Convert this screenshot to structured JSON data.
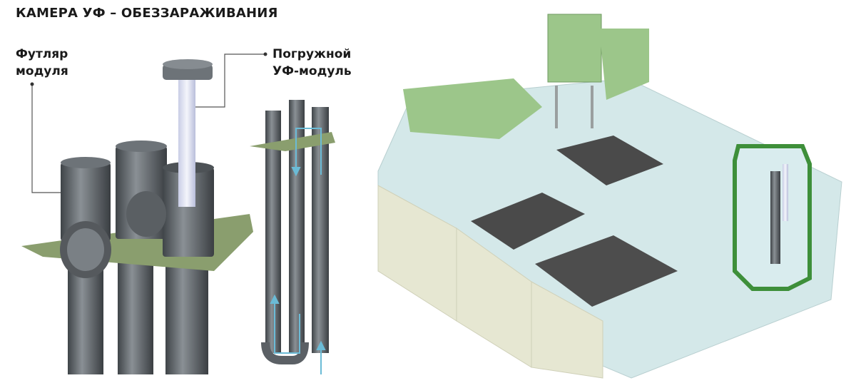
{
  "title": "КАМЕРА УФ – ОБЕЗЗАРАЖИВАНИЯ",
  "labels": {
    "case_line1": "Футляр",
    "case_line2": "модуля",
    "module_line1": "Погружной",
    "module_line2": "УФ-модуль"
  },
  "colors": {
    "pipe": "#5f6469",
    "platform": "#8a9e6e",
    "highlight": "#3e8f3a",
    "water": "#cfe6ea",
    "panel": "#9cc68a"
  }
}
